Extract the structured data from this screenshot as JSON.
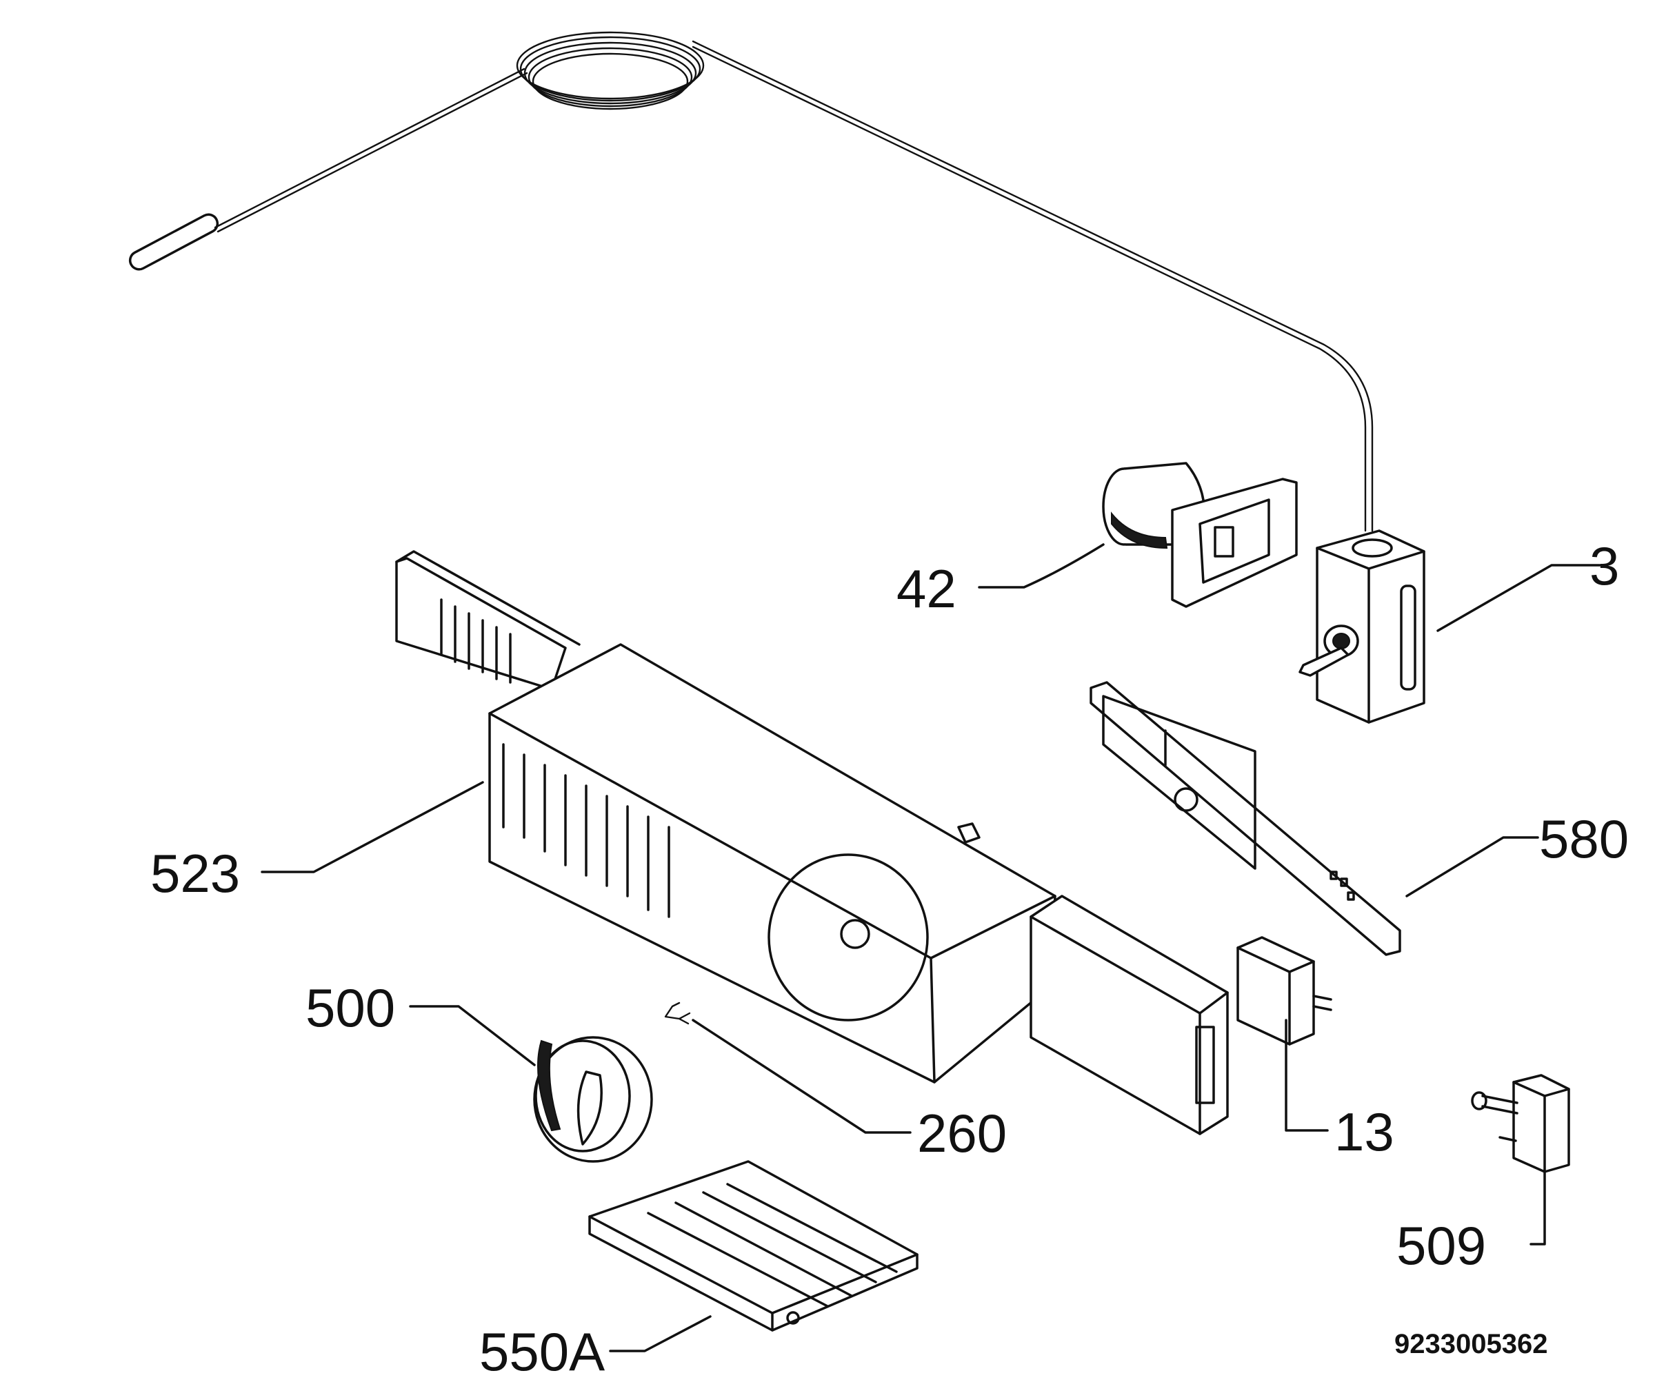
{
  "diagram": {
    "type": "exploded-parts-diagram",
    "line_color": "#111111",
    "background": "#ffffff",
    "callouts": [
      {
        "id": "p3",
        "label": "3"
      },
      {
        "id": "p42",
        "label": "42"
      },
      {
        "id": "p523",
        "label": "523"
      },
      {
        "id": "p580",
        "label": "580"
      },
      {
        "id": "p500",
        "label": "500"
      },
      {
        "id": "p260",
        "label": "260"
      },
      {
        "id": "p13",
        "label": "13"
      },
      {
        "id": "p509",
        "label": "509"
      },
      {
        "id": "p550A",
        "label": "550A"
      }
    ],
    "document_number": "9233005362"
  }
}
